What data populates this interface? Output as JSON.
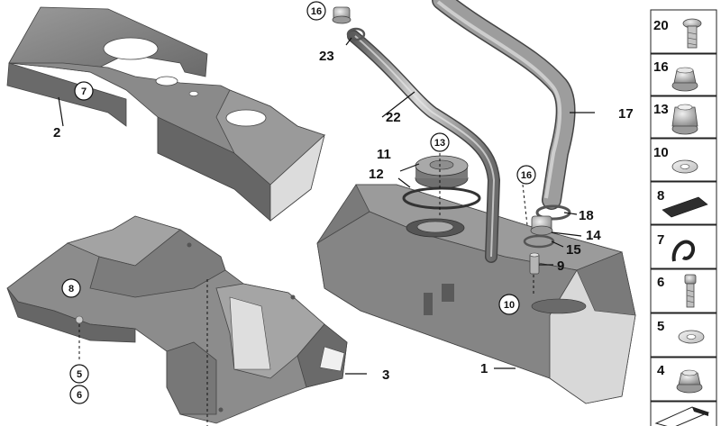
{
  "callouts": {
    "c1": "1",
    "c2": "2",
    "c3": "3",
    "c5": "5",
    "c6": "6",
    "c7": "7",
    "c8": "8",
    "c9": "9",
    "c10": "10",
    "c11": "11",
    "c12": "12",
    "c13": "13",
    "c14": "14",
    "c15": "15",
    "c16a": "16",
    "c16b": "16",
    "c17": "17",
    "c18": "18",
    "c22": "22",
    "c23": "23"
  },
  "legend": [
    {
      "label": "20",
      "part": "bolt"
    },
    {
      "label": "16",
      "part": "nut-flange"
    },
    {
      "label": "13",
      "part": "nut-hex"
    },
    {
      "label": "10",
      "part": "washer"
    },
    {
      "label": "8",
      "part": "pad"
    },
    {
      "label": "7",
      "part": "clip"
    },
    {
      "label": "6",
      "part": "screw"
    },
    {
      "label": "5",
      "part": "washer"
    },
    {
      "label": "4",
      "part": "nut-flange"
    },
    {
      "label": "",
      "part": "tag"
    }
  ],
  "colors": {
    "part_dark": "#6e6e6e",
    "part_mid": "#8d8d8d",
    "part_light": "#b4b4b4",
    "part_highlight": "#e2e2e2",
    "outline": "#111111"
  }
}
